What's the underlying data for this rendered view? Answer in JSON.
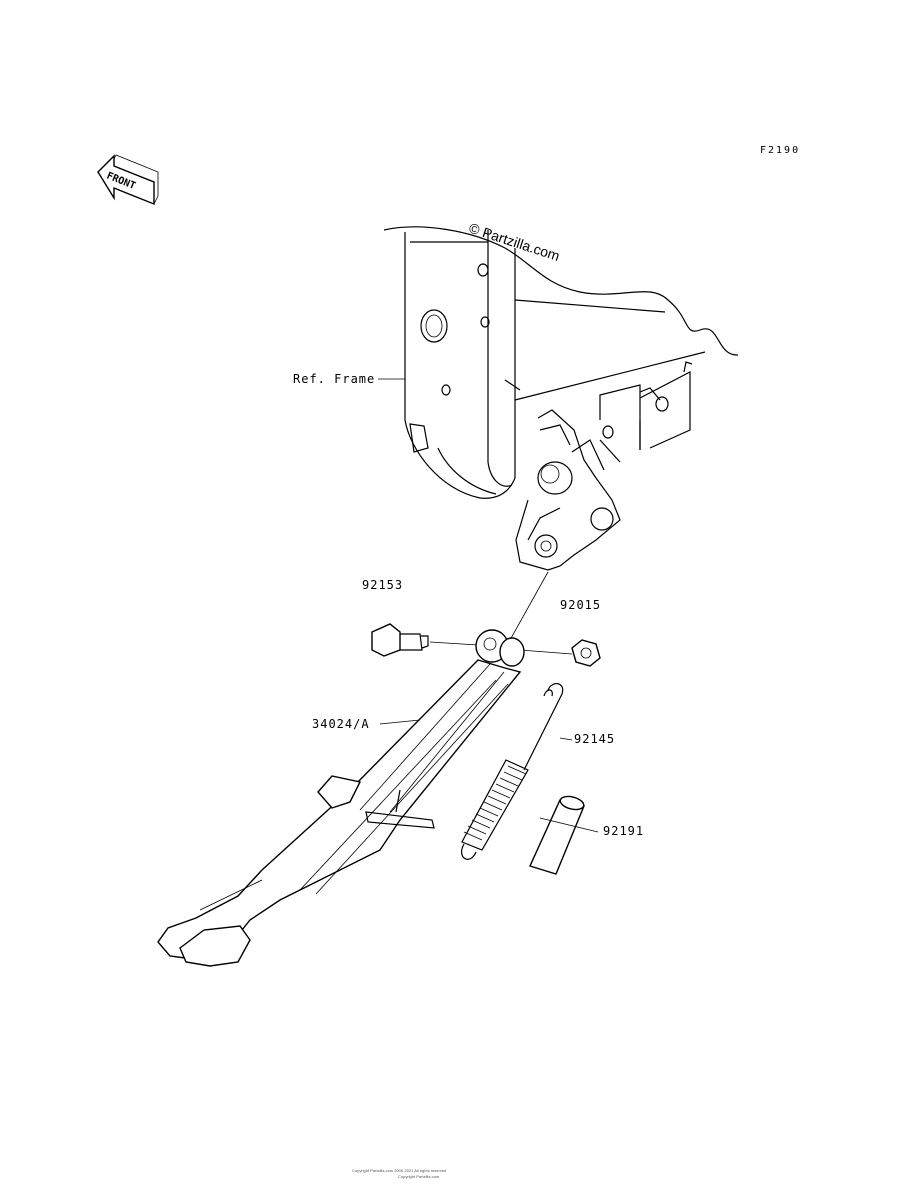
{
  "figure_ref": "F2190",
  "watermark": "© Partzilla.com",
  "front_arrow_text": "FRONT",
  "labels": {
    "frame": "Ref. Frame",
    "bolt": "92153",
    "nut": "92015",
    "stand": "34024/A",
    "spring": "92145",
    "sleeve": "92191"
  },
  "footer": {
    "line1": "Copyright Partzilla.com 2000-2021 All rights reserved",
    "line2": "Copyright Partzilla.com"
  },
  "colors": {
    "line": "#000000",
    "background": "#ffffff"
  }
}
